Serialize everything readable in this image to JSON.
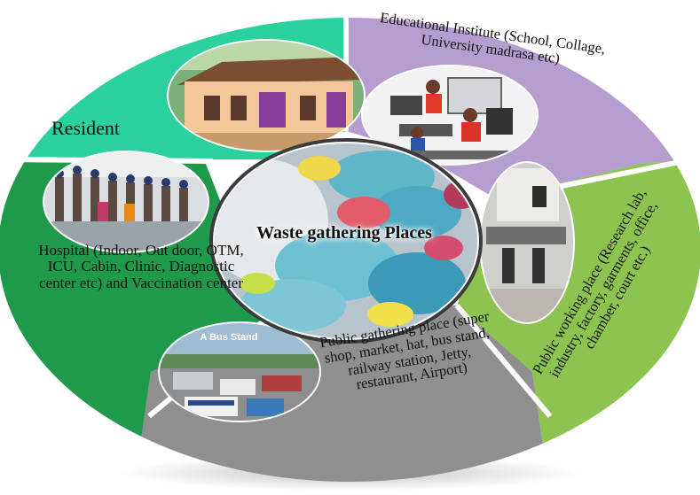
{
  "center": {
    "title": "Waste gathering Places"
  },
  "segments": [
    {
      "id": "resident",
      "label": "Resident",
      "color": "#2bd19c"
    },
    {
      "id": "educational",
      "label": "Educational Institute  (School, Collage, University madrasa etc)",
      "color": "#b59ecf"
    },
    {
      "id": "public-working",
      "label": "Public working place (Research lab, industry, factory, garments, office, chamber, court etc.)",
      "color": "#8dc44f"
    },
    {
      "id": "public-gathering",
      "label": "Public gathering place (super shop, market, hat, bus stand, railway station, Jetty,  restaurant, Airport)",
      "color": "#8f8f8f"
    },
    {
      "id": "hospital",
      "label": "Hospital (Indoor, Out door, OTM, ICU, Cabin, Clinic, Diagnostic center etc) and Vaccination center",
      "color": "#1e9a4a"
    }
  ],
  "photos": {
    "bus_stand_sign": "A Bus Stand"
  },
  "colors": {
    "divider": "#ffffff",
    "center_ring": "#3b3b3b"
  }
}
